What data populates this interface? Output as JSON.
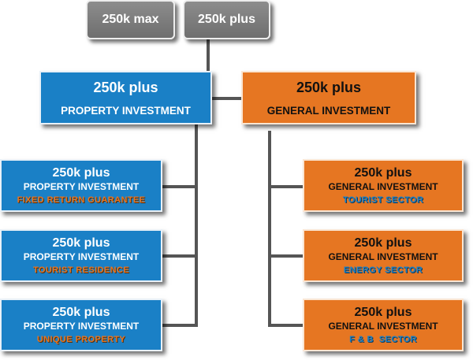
{
  "colors": {
    "gray": "#7d7d7d",
    "blue": "#1a80c6",
    "orange": "#e67622",
    "connector": "#555555"
  },
  "top_nodes": [
    {
      "label": "250k max"
    },
    {
      "label": "250k plus"
    }
  ],
  "property": {
    "amount": "250k plus",
    "title": "PROPERTY INVESTMENT",
    "children": [
      {
        "amount": "250k plus",
        "title": "PROPERTY INVESTMENT",
        "sector": "FIXED RETURN GUARANTEE"
      },
      {
        "amount": "250k plus",
        "title": "PROPERTY INVESTMENT",
        "sector": "TOURIST RESIDENCE"
      },
      {
        "amount": "250k plus",
        "title": "PROPERTY INVESTMENT",
        "sector": "UNIQUE PROPERTY"
      }
    ]
  },
  "general": {
    "amount": "250k plus",
    "title": "GENERAL INVESTMENT",
    "children": [
      {
        "amount": "250k plus",
        "title": "GENERAL INVESTMENT",
        "sector": "TOURIST SECTOR"
      },
      {
        "amount": "250k plus",
        "title": "GENERAL INVESTMENT",
        "sector": "ENERGY SECTOR"
      },
      {
        "amount": "250k plus",
        "title": "GENERAL INVESTMENT",
        "sector": "F & B  SECTOR"
      }
    ]
  }
}
